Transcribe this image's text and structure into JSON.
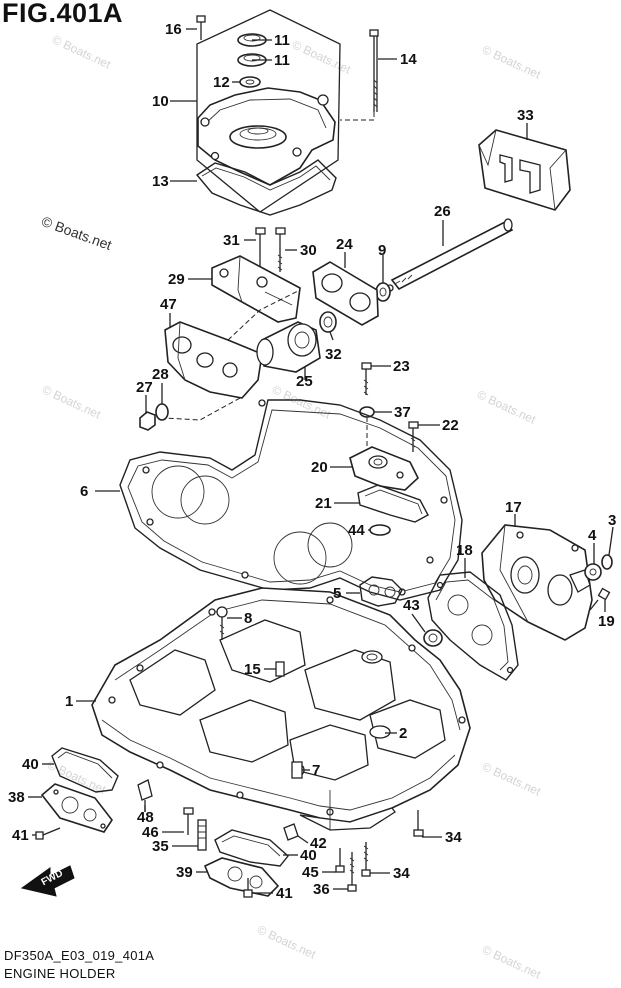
{
  "figure": {
    "title": "FIG.401A",
    "footer_code": "DF350A_E03_019_401A",
    "footer_name": "ENGINE HOLDER",
    "watermark": "© Boats.net",
    "fwd_label": "FWD"
  },
  "callouts": [
    {
      "id": "c16",
      "label": "16"
    },
    {
      "id": "c11a",
      "label": "11"
    },
    {
      "id": "c11b",
      "label": "11"
    },
    {
      "id": "c12",
      "label": "12"
    },
    {
      "id": "c10",
      "label": "10"
    },
    {
      "id": "c14",
      "label": "14"
    },
    {
      "id": "c33",
      "label": "33"
    },
    {
      "id": "c13",
      "label": "13"
    },
    {
      "id": "c26",
      "label": "26"
    },
    {
      "id": "c31",
      "label": "31"
    },
    {
      "id": "c30",
      "label": "30"
    },
    {
      "id": "c24",
      "label": "24"
    },
    {
      "id": "c9",
      "label": "9"
    },
    {
      "id": "c29",
      "label": "29"
    },
    {
      "id": "c47",
      "label": "47"
    },
    {
      "id": "c32",
      "label": "32"
    },
    {
      "id": "c28",
      "label": "28"
    },
    {
      "id": "c27",
      "label": "27"
    },
    {
      "id": "c25",
      "label": "25"
    },
    {
      "id": "c23",
      "label": "23"
    },
    {
      "id": "c37",
      "label": "37"
    },
    {
      "id": "c22",
      "label": "22"
    },
    {
      "id": "c6",
      "label": "6"
    },
    {
      "id": "c20",
      "label": "20"
    },
    {
      "id": "c21",
      "label": "21"
    },
    {
      "id": "c44",
      "label": "44"
    },
    {
      "id": "c17",
      "label": "17"
    },
    {
      "id": "c3",
      "label": "3"
    },
    {
      "id": "c4",
      "label": "4"
    },
    {
      "id": "c18",
      "label": "18"
    },
    {
      "id": "c5",
      "label": "5"
    },
    {
      "id": "c8",
      "label": "8"
    },
    {
      "id": "c43",
      "label": "43"
    },
    {
      "id": "c19",
      "label": "19"
    },
    {
      "id": "c1",
      "label": "1"
    },
    {
      "id": "c15",
      "label": "15"
    },
    {
      "id": "c2",
      "label": "2"
    },
    {
      "id": "c40a",
      "label": "40"
    },
    {
      "id": "c7",
      "label": "7"
    },
    {
      "id": "c38",
      "label": "38"
    },
    {
      "id": "c48",
      "label": "48"
    },
    {
      "id": "c41a",
      "label": "41"
    },
    {
      "id": "c46",
      "label": "46"
    },
    {
      "id": "c35",
      "label": "35"
    },
    {
      "id": "c42",
      "label": "42"
    },
    {
      "id": "c34a",
      "label": "34"
    },
    {
      "id": "c40b",
      "label": "40"
    },
    {
      "id": "c39",
      "label": "39"
    },
    {
      "id": "c45",
      "label": "45"
    },
    {
      "id": "c34b",
      "label": "34"
    },
    {
      "id": "c36",
      "label": "36"
    },
    {
      "id": "c41b",
      "label": "41"
    }
  ]
}
